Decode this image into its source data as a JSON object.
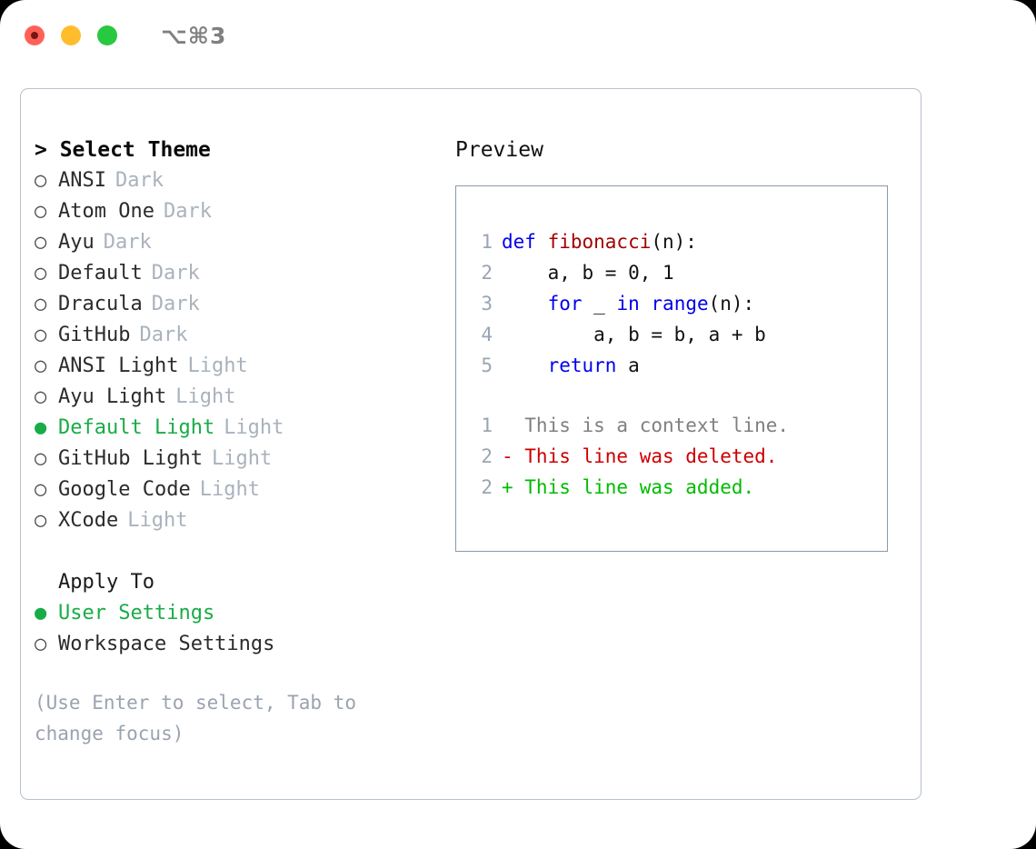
{
  "window": {
    "shortcut": "⌥⌘3",
    "traffic_lights": [
      {
        "name": "close",
        "color": "#ff6159"
      },
      {
        "name": "minimize",
        "color": "#ffbd2e"
      },
      {
        "name": "zoom",
        "color": "#28c840"
      }
    ]
  },
  "colors": {
    "selected_green": "#18ac46",
    "tag_gray": "#a9b2bd",
    "hint_gray": "#9aa3b0",
    "keyword_blue": "#0000ee",
    "function_red": "#a40000",
    "diff_delete_red": "#cc0000",
    "diff_add_green": "#00bb00",
    "panel_border": "#b8c1cc",
    "preview_border": "#8c99a8"
  },
  "theme_list": {
    "title": "> Select Theme",
    "items": [
      {
        "marker": "○",
        "label": "ANSI",
        "tag": "Dark",
        "selected": false
      },
      {
        "marker": "○",
        "label": "Atom One",
        "tag": "Dark",
        "selected": false
      },
      {
        "marker": "○",
        "label": "Ayu",
        "tag": "Dark",
        "selected": false
      },
      {
        "marker": "○",
        "label": "Default",
        "tag": "Dark",
        "selected": false
      },
      {
        "marker": "○",
        "label": "Dracula",
        "tag": "Dark",
        "selected": false
      },
      {
        "marker": "○",
        "label": "GitHub",
        "tag": "Dark",
        "selected": false
      },
      {
        "marker": "○",
        "label": "ANSI Light",
        "tag": "Light",
        "selected": false
      },
      {
        "marker": "○",
        "label": "Ayu Light",
        "tag": "Light",
        "selected": false
      },
      {
        "marker": "●",
        "label": "Default Light",
        "tag": "Light",
        "selected": true
      },
      {
        "marker": "○",
        "label": "GitHub Light",
        "tag": "Light",
        "selected": false
      },
      {
        "marker": "○",
        "label": "Google Code",
        "tag": "Light",
        "selected": false
      },
      {
        "marker": "○",
        "label": "XCode",
        "tag": "Light",
        "selected": false
      }
    ]
  },
  "apply_to": {
    "title": "Apply To",
    "items": [
      {
        "marker": "●",
        "label": "User Settings",
        "selected": true
      },
      {
        "marker": "○",
        "label": "Workspace Settings",
        "selected": false
      }
    ]
  },
  "hint": "(Use Enter to select, Tab to change focus)",
  "preview": {
    "title": "Preview",
    "code_lines": [
      {
        "number": "1",
        "tokens": [
          {
            "text": "def ",
            "type": "kw"
          },
          {
            "text": "fibonacci",
            "type": "fn"
          },
          {
            "text": "(n):",
            "type": "plain"
          }
        ]
      },
      {
        "number": "2",
        "tokens": [
          {
            "text": "    a, b = 0, 1",
            "type": "plain"
          }
        ]
      },
      {
        "number": "3",
        "tokens": [
          {
            "text": "    ",
            "type": "plain"
          },
          {
            "text": "for",
            "type": "kw"
          },
          {
            "text": " _ ",
            "type": "plain"
          },
          {
            "text": "in",
            "type": "kw"
          },
          {
            "text": " ",
            "type": "plain"
          },
          {
            "text": "range",
            "type": "kw"
          },
          {
            "text": "(n):",
            "type": "plain"
          }
        ]
      },
      {
        "number": "4",
        "tokens": [
          {
            "text": "        a, b = b, a + b",
            "type": "plain"
          }
        ]
      },
      {
        "number": "5",
        "tokens": [
          {
            "text": "    ",
            "type": "plain"
          },
          {
            "text": "return",
            "type": "kw"
          },
          {
            "text": " a",
            "type": "plain"
          }
        ]
      }
    ],
    "diff_lines": [
      {
        "number": "1",
        "text": "  This is a context line.",
        "kind": "ctx"
      },
      {
        "number": "2",
        "text": "- This line was deleted.",
        "kind": "del"
      },
      {
        "number": "2",
        "text": "+ This line was added.",
        "kind": "add"
      }
    ]
  }
}
